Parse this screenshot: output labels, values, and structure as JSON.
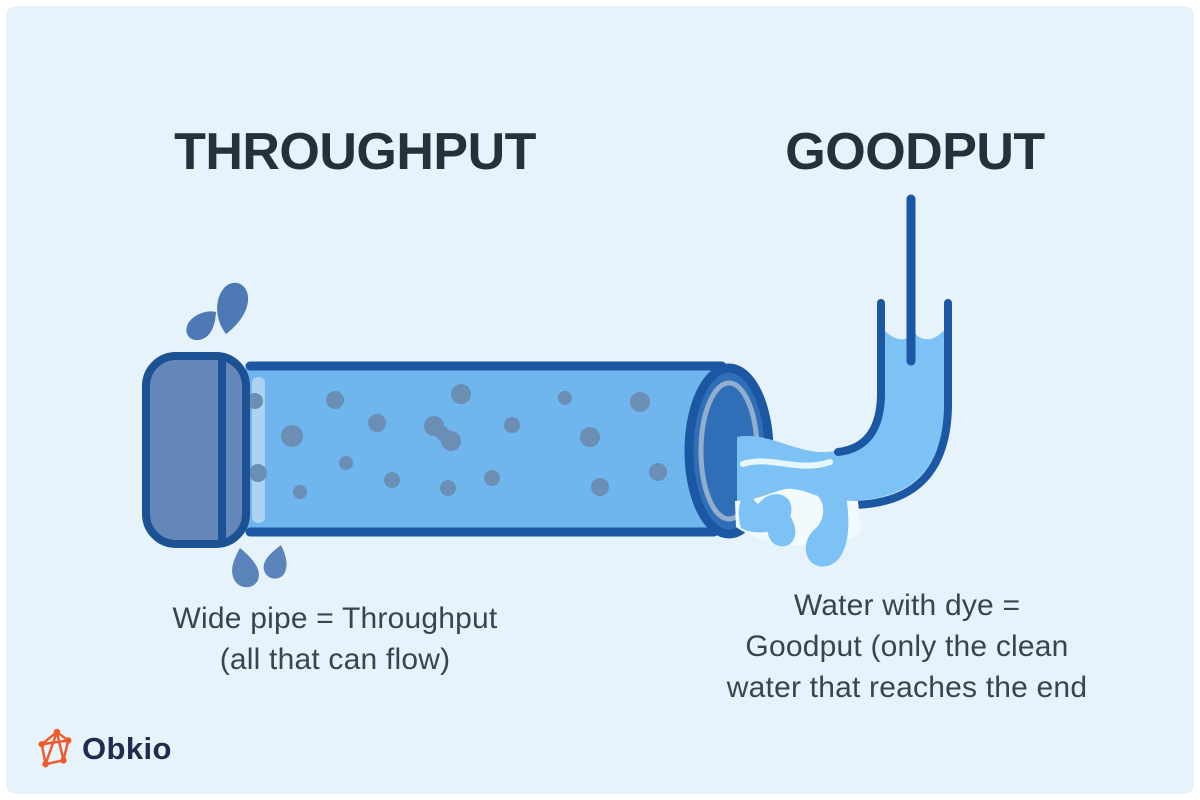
{
  "titles": {
    "left": "THROUGHPUT",
    "right": "GOODPUT"
  },
  "captions": {
    "left": {
      "line1": "Wide pipe = Throughput",
      "line2": "(all that can flow)"
    },
    "right": {
      "line1": "Water with dye =",
      "line2": "Goodput (only the clean",
      "line3": "water that reaches the end"
    }
  },
  "logo": {
    "text": "Obkio",
    "icon": "obkio-network-icon"
  },
  "colors": {
    "panel-bg": "#e6f3fb",
    "title-text": "#25303a",
    "caption-text": "#36454e",
    "pipe-outline": "#1b57a2",
    "pipe-body": "#6fb5ee",
    "pipe-dot": "#6b8fb4",
    "cap-steel": "#6287b8",
    "cap-outline": "#1c5193",
    "rim-highlight": "#aed2f1",
    "mouth-fill": "#2f6fb8",
    "mouth-ring": "#93aecd",
    "water": "#7cc2f4",
    "water-highlight": "#e8f6fd",
    "splash-bg": "#f3fafd",
    "drop-dark": "#4d7ab5",
    "drop-mid": "#5b84ba",
    "logo-orange": "#f15b2a",
    "logo-navy": "#202c4e"
  }
}
